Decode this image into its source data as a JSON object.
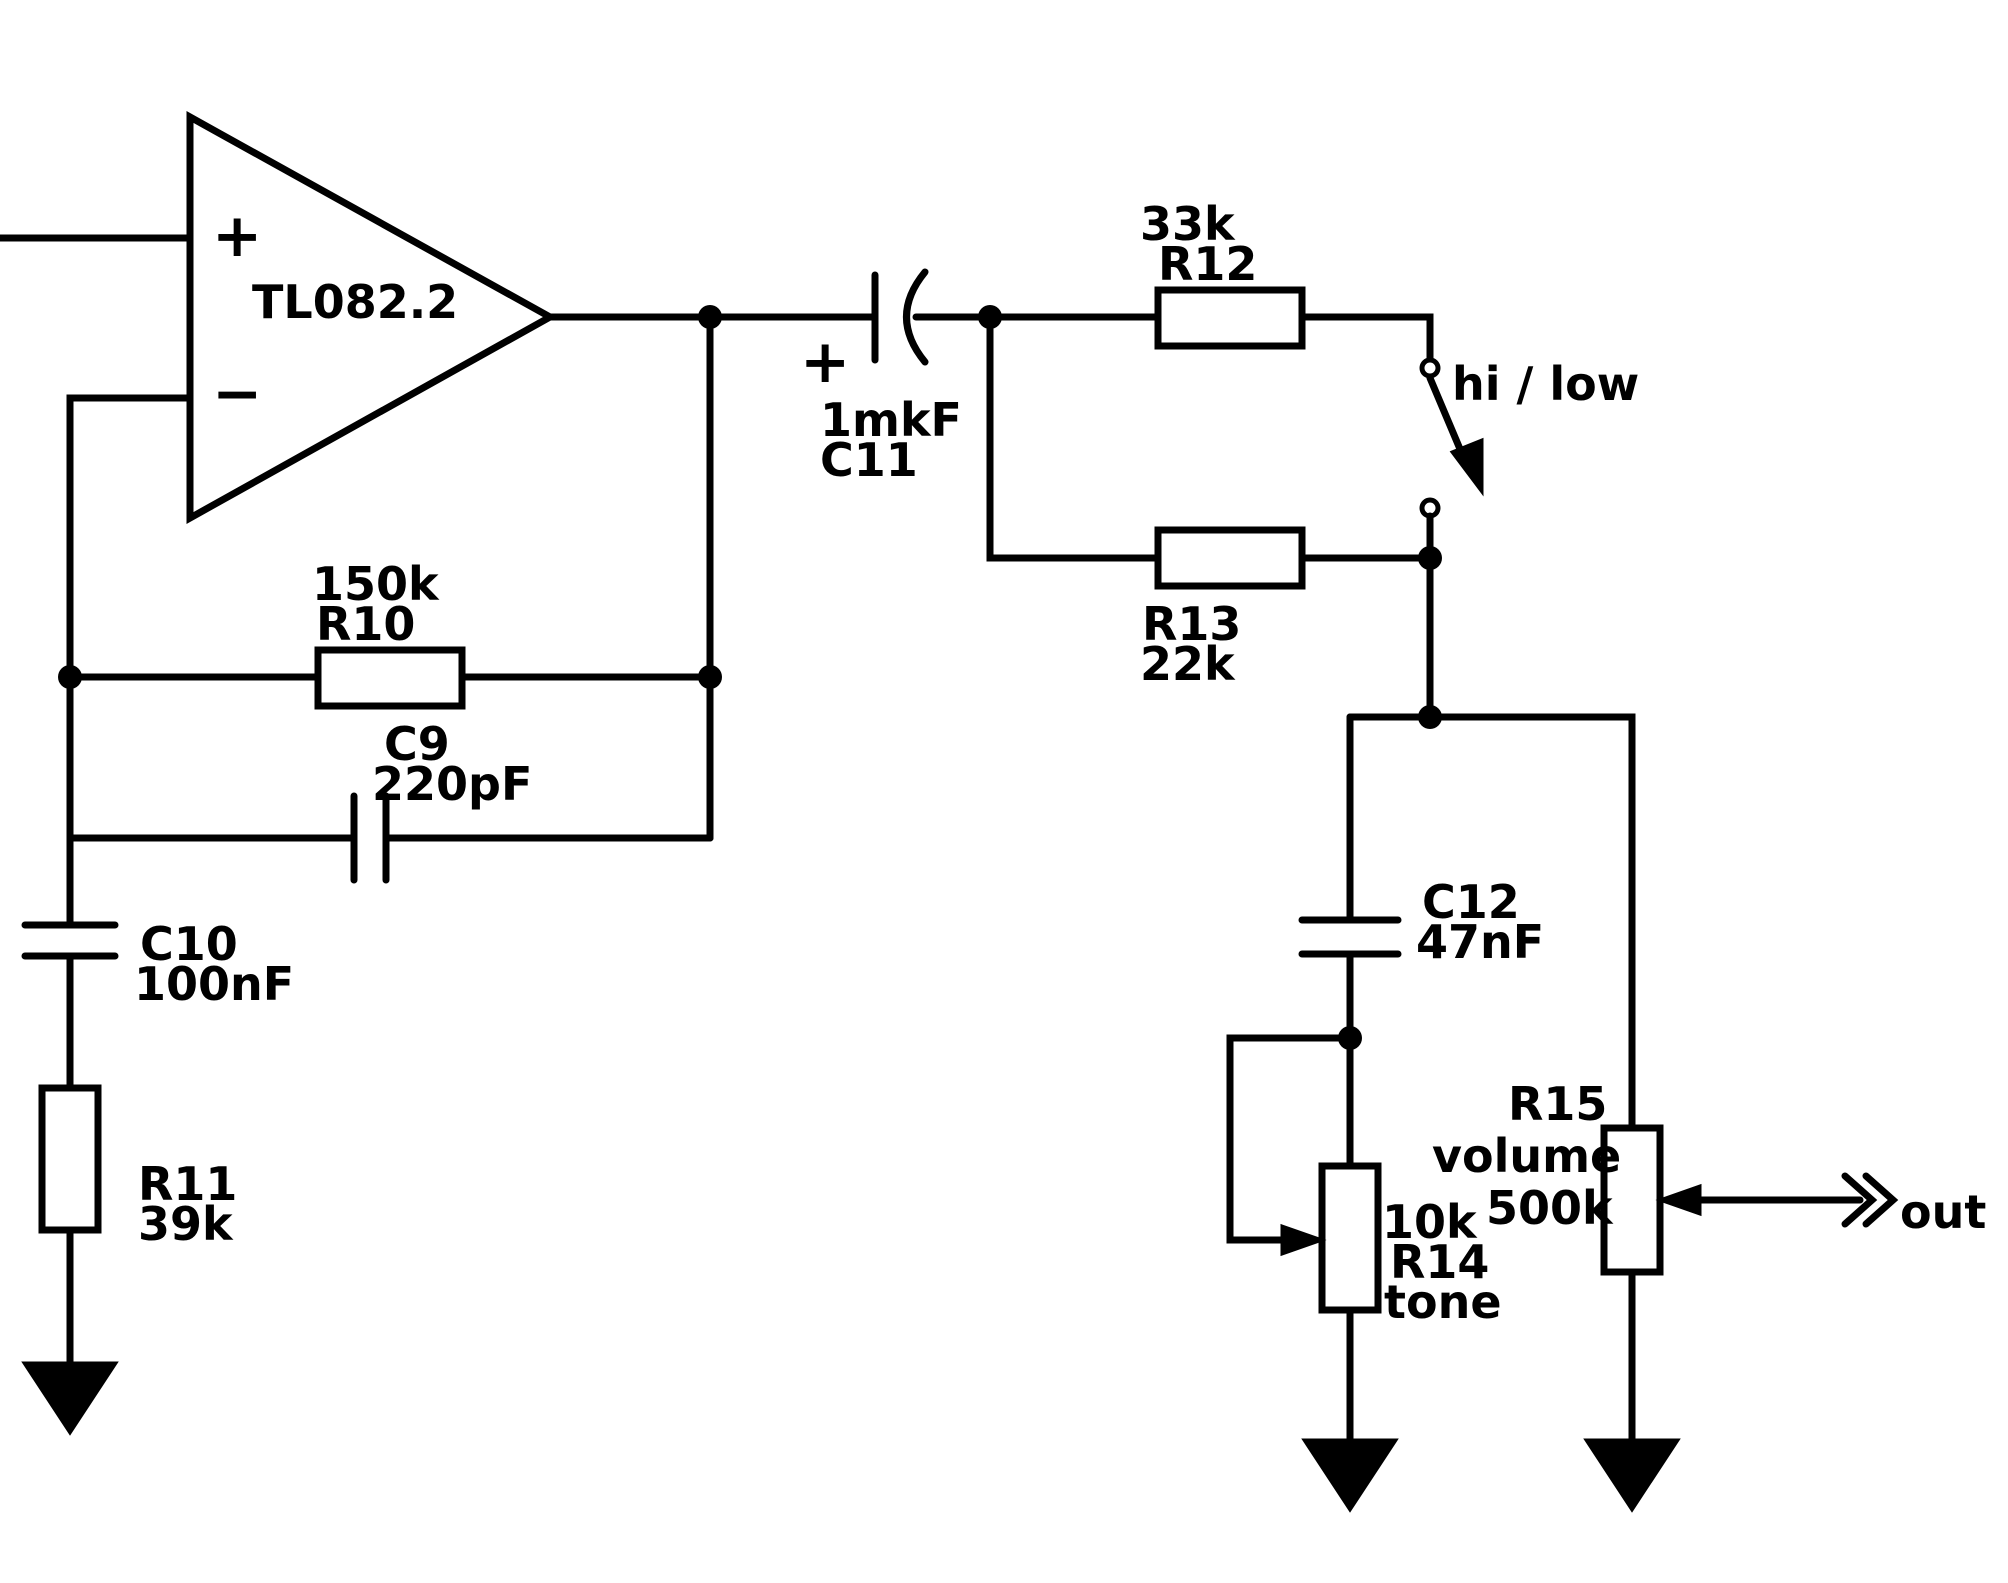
{
  "opamp": {
    "name": "TL082.2",
    "plus": "+",
    "minus": "−"
  },
  "components": {
    "R10": {
      "ref": "R10",
      "value": "150k"
    },
    "C9": {
      "ref": "C9",
      "value": "220pF"
    },
    "C10": {
      "ref": "C10",
      "value": "100nF"
    },
    "R11": {
      "ref": "R11",
      "value": "39k"
    },
    "C11": {
      "ref": "C11",
      "value": "1mkF",
      "polarity": "+"
    },
    "R12": {
      "ref": "R12",
      "value": "33k"
    },
    "R13": {
      "ref": "R13",
      "value": "22k"
    },
    "C12": {
      "ref": "C12",
      "value": "47nF"
    },
    "R14": {
      "ref": "R14",
      "value": "10k",
      "function": "tone"
    },
    "R15": {
      "ref": "R15",
      "value": "500k",
      "function": "volume"
    }
  },
  "switch": {
    "label": "hi / low"
  },
  "output": {
    "label": "out"
  }
}
